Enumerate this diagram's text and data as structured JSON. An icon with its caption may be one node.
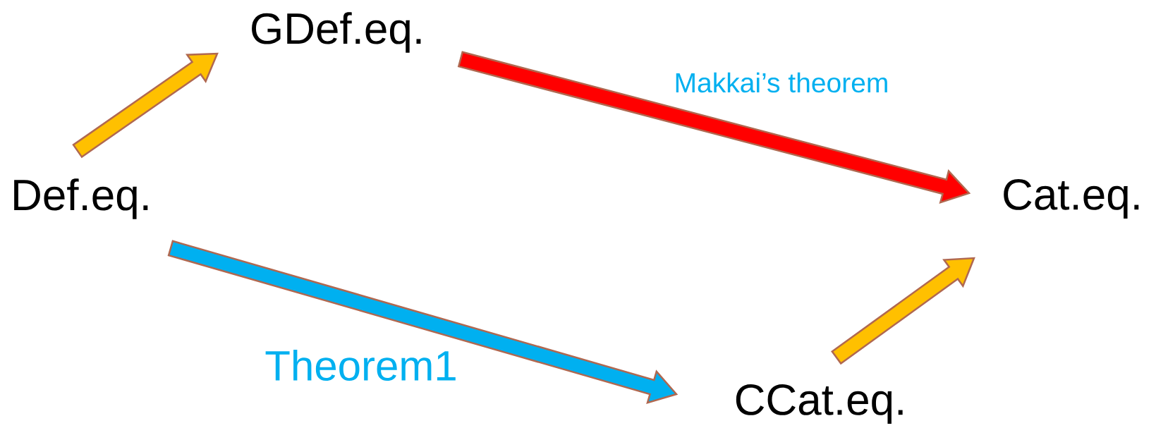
{
  "diagram": {
    "nodes": [
      {
        "text": [
          "Def.eq."
        ]
      },
      {
        "text": [
          "GDef.eq."
        ]
      },
      {
        "text": [
          "Cat.eq."
        ]
      },
      {
        "text": [
          "CCat.eq."
        ]
      }
    ],
    "edges": [
      {
        "from": 0,
        "to": 1,
        "arrow": "to"
      },
      {
        "from": 1,
        "to": 2,
        "arrow": "to",
        "label": "Makkai’s theorem",
        "color": "#ff0000"
      },
      {
        "from": 0,
        "to": 3,
        "arrow": "to",
        "label": "Theorem1",
        "color": "#00b0f0"
      },
      {
        "from": 3,
        "to": 2,
        "arrow": "to"
      }
    ]
  }
}
